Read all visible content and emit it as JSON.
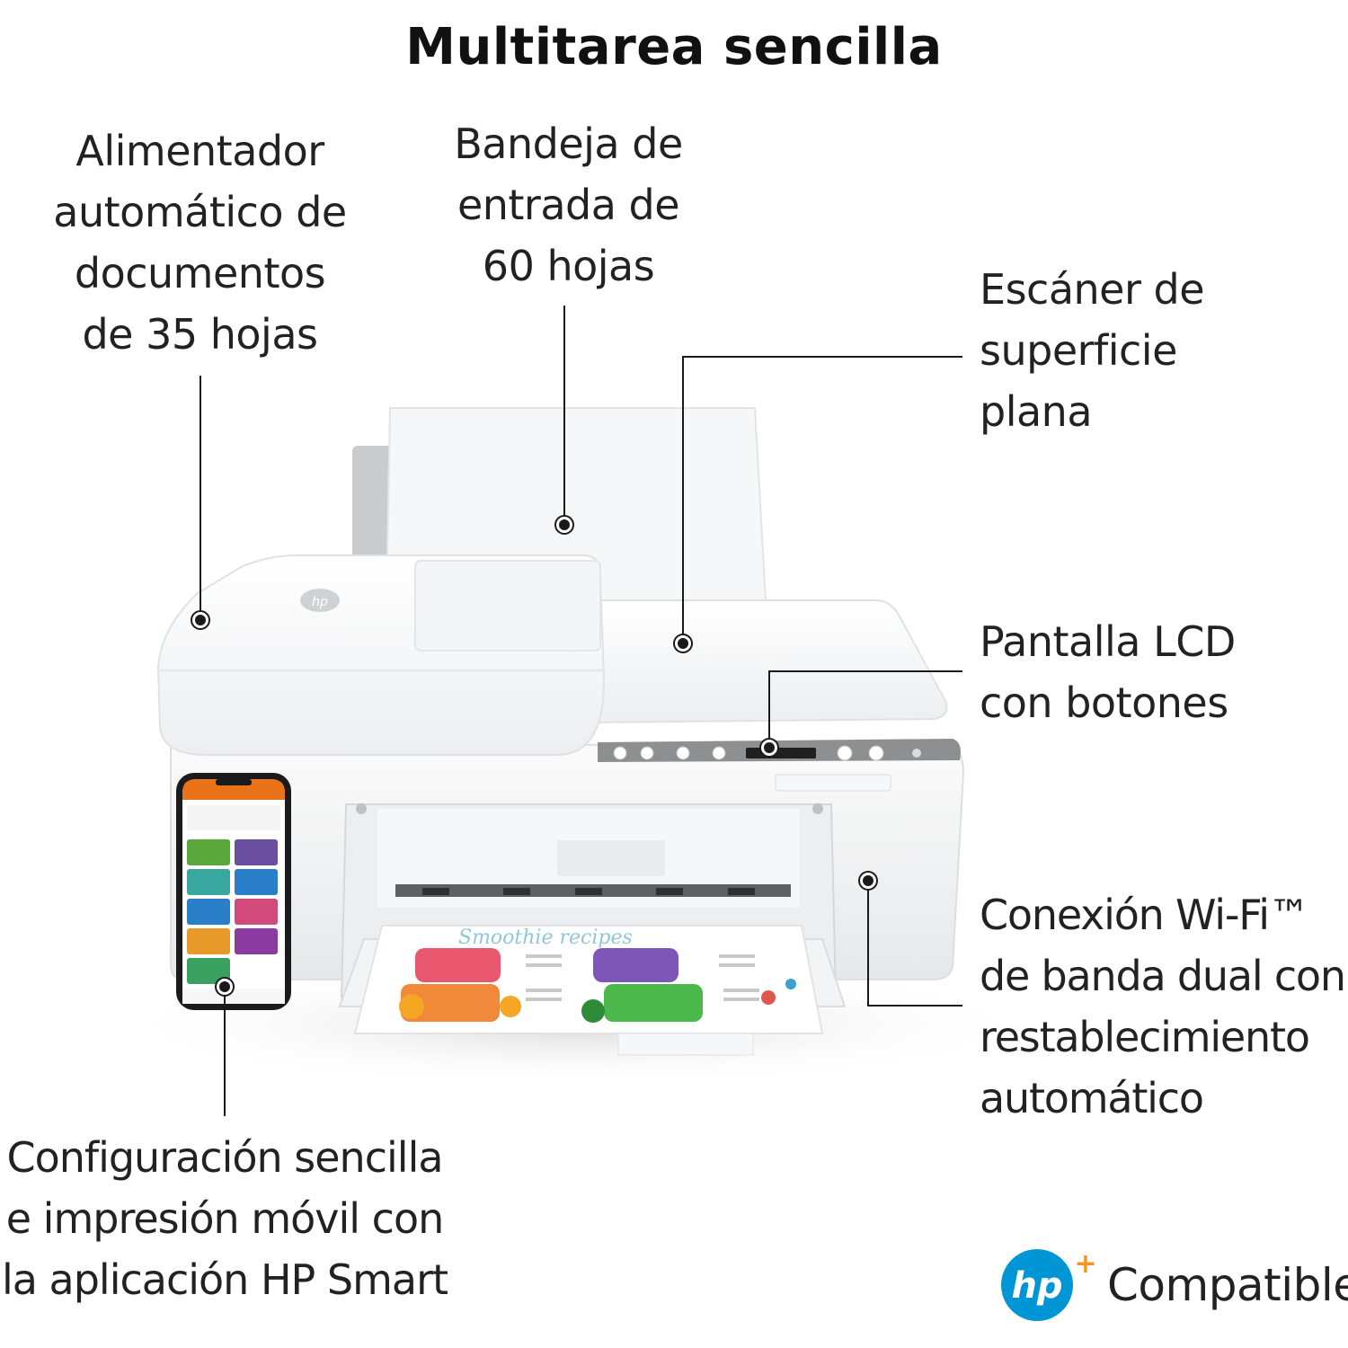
{
  "title": "Multitarea sencilla",
  "callouts": {
    "adf": "Alimentador\nautomático de\ndocumentos\nde 35 hojas",
    "tray": "Bandeja de\nentrada de\n60 hojas",
    "scanner": "Escáner de\nsuperficie\nplana",
    "lcd": "Pantalla LCD\ncon botones",
    "wifi": "Conexión Wi-Fi™\nde banda dual con\nrestablecimiento\nautomático",
    "app": "Configuración sencilla\ne impresión móvil con\nla aplicación HP Smart"
  },
  "printer_logo": "hp",
  "badge": {
    "logo": "hp",
    "plus": "+",
    "text": "Compatible",
    "color": "#0096d6",
    "plus_color": "#f7931e"
  },
  "phone": {
    "header_color": "#e8731a",
    "tiles": [
      "#5aa83c",
      "#6a4ea0",
      "#3aa6a0",
      "#2a7fc8",
      "#2a7fc8",
      "#d04a7a",
      "#e79a2a",
      "#8a3aa0",
      "#3aa060"
    ]
  },
  "colors": {
    "accent": "#0096d6",
    "printer_body": "#f1f2f3",
    "printer_shadow": "#d9dcde",
    "line": "#1a1a1a"
  }
}
